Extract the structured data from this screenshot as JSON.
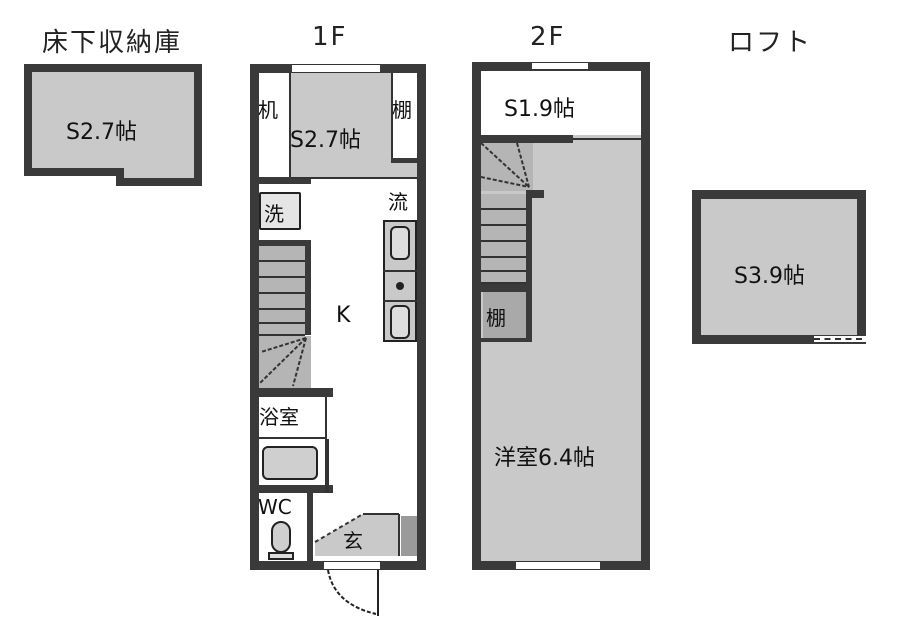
{
  "plans": {
    "underfloor": {
      "title": "床下収納庫",
      "room_label": "S2.7帖"
    },
    "floor1": {
      "title": "1F",
      "rooms": {
        "storage": "S2.7帖",
        "desk": "机",
        "shelf": "棚",
        "washer": "洗",
        "sink": "流",
        "kitchen": "K",
        "bath": "浴室",
        "toilet": "WC",
        "entrance": "玄"
      }
    },
    "floor2": {
      "title": "2F",
      "rooms": {
        "storage": "S1.9帖",
        "shelf": "棚",
        "western_room": "洋室6.4帖"
      }
    },
    "loft": {
      "title": "ロフト",
      "room_label": "S3.9帖"
    }
  },
  "colors": {
    "wall": "#3a3a3a",
    "room_fill": "#c9c9c9",
    "background": "#ffffff"
  }
}
